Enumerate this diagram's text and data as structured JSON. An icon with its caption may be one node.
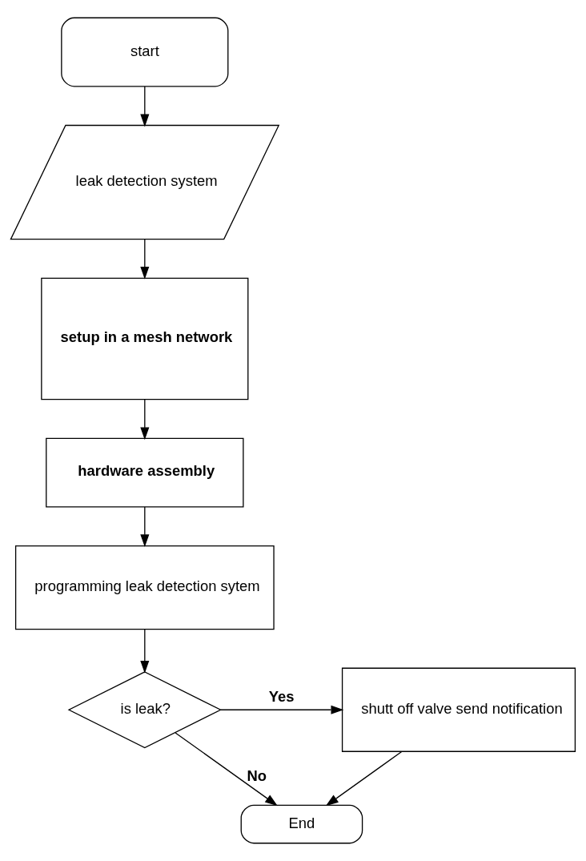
{
  "diagram": {
    "nodes": [
      {
        "text": [
          "start"
        ]
      },
      {
        "text": [
          "leak detection system"
        ]
      },
      {
        "text": [
          "setup in a mesh network"
        ]
      },
      {
        "text": [
          "hardware assembly"
        ]
      },
      {
        "text": [
          "programming leak detection sytem"
        ]
      },
      {
        "text": [
          "is leak?"
        ]
      },
      {
        "text": [
          "shutt off valve send notification"
        ]
      },
      {
        "text": [
          "End"
        ]
      }
    ],
    "edges": [
      {
        "from": 0,
        "to": 1,
        "arrow": "to"
      },
      {
        "from": 1,
        "to": 2,
        "arrow": "to"
      },
      {
        "from": 2,
        "to": 3,
        "arrow": "to"
      },
      {
        "from": 3,
        "to": 4,
        "arrow": "to"
      },
      {
        "from": 4,
        "to": 5,
        "arrow": "to"
      },
      {
        "from": 5,
        "to": 6,
        "arrow": "to",
        "label": "Yes"
      },
      {
        "from": 5,
        "to": 7,
        "arrow": "to",
        "label": "No"
      },
      {
        "from": 6,
        "to": 7,
        "arrow": "to"
      }
    ]
  }
}
